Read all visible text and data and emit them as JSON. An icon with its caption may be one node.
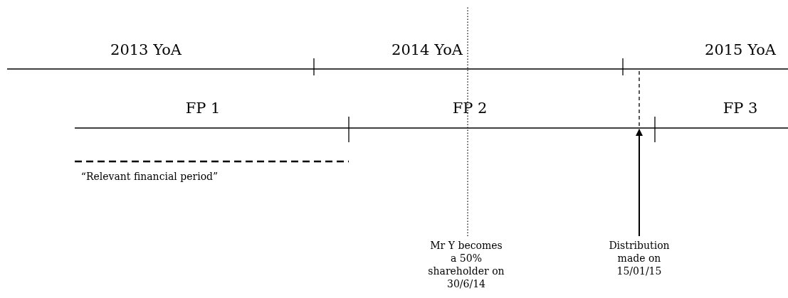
{
  "diagram": {
    "nodes": [
      {
        "text": [
          "Mr Y becomes a 50% shareholder on 30/6/14"
        ]
      },
      {
        "text": [
          "Distribution made on 15/01/15"
        ]
      }
    ],
    "edges": [
      {
        "from": 0,
        "to": null,
        "arrow": "none",
        "style": "dashed"
      },
      {
        "from": 1,
        "to": null,
        "arrow": "to"
      }
    ],
    "labels": [
      "2013 YoA",
      "2014 YoA",
      "2015 YoA",
      "FP 1",
      "FP 2",
      "FP 3",
      "“Relevant financial period”"
    ]
  }
}
